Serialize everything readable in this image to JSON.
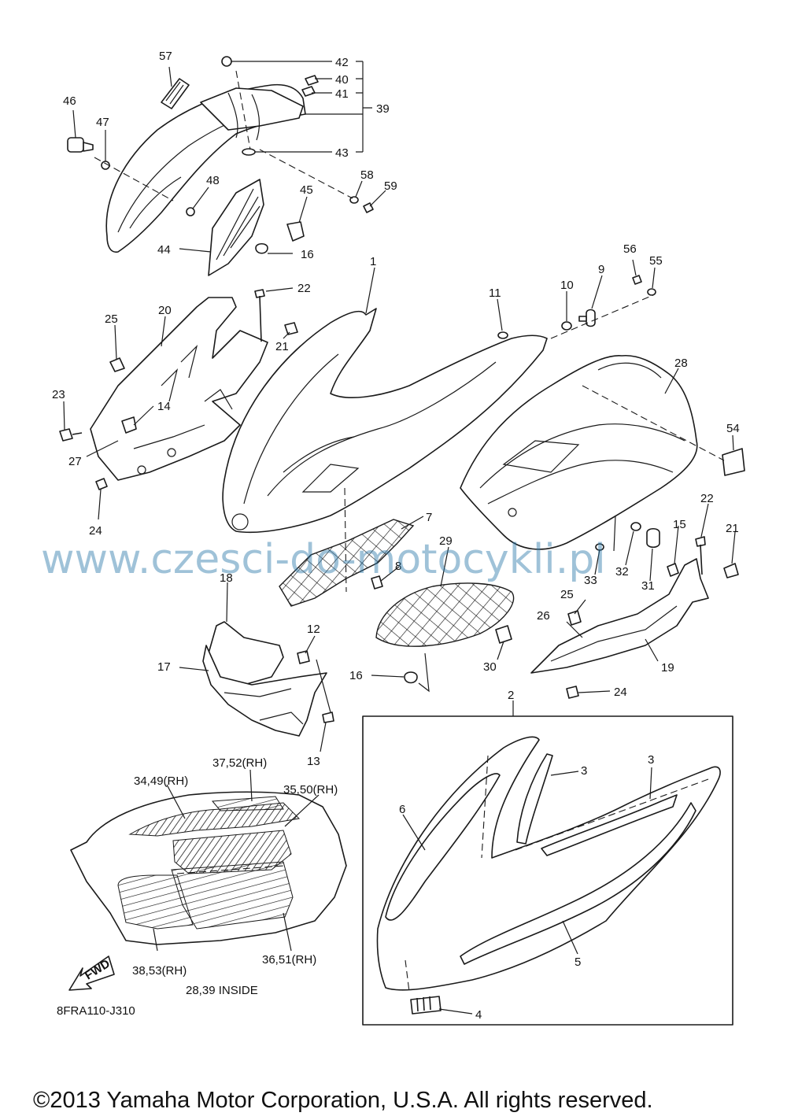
{
  "title": "",
  "diagram_code": "8FRA110-J310",
  "note_inside": "28,39 INSIDE",
  "fwd_label": "FWD",
  "watermark": "www.czesci-do-motocykli.pl",
  "copyright": "©2013 Yamaha Motor Corporation, U.S.A. All rights reserved.",
  "part_labels": {
    "p57": "57",
    "p42": "42",
    "p40": "40",
    "p41": "41",
    "p39": "39",
    "p43": "43",
    "p46": "46",
    "p47": "47",
    "p48": "48",
    "p58": "58",
    "p59": "59",
    "p45": "45",
    "p44": "44",
    "p16a": "16",
    "p1": "1",
    "p22a": "22",
    "p25a": "25",
    "p20": "20",
    "p21a": "21",
    "p23": "23",
    "p14": "14",
    "p27": "27",
    "p24a": "24",
    "p11": "11",
    "p10": "10",
    "p9": "9",
    "p56": "56",
    "p55": "55",
    "p28": "28",
    "p54": "54",
    "p22b": "22",
    "p15": "15",
    "p21b": "21",
    "p7": "7",
    "p29": "29",
    "p8": "8",
    "p33": "33",
    "p32": "32",
    "p31": "31",
    "p18": "18",
    "p12": "12",
    "p17": "17",
    "p13": "13",
    "p16b": "16",
    "p30": "30",
    "p25b": "25",
    "p26": "26",
    "p19": "19",
    "p24b": "24",
    "p2": "2",
    "p3a": "3",
    "p3b": "3",
    "p6": "6",
    "p5": "5",
    "p4": "4",
    "d37_52": "37,52(RH)",
    "d34_49": "34,49(RH)",
    "d35_50": "35,50(RH)",
    "d38_53": "38,53(RH)",
    "d36_51": "36,51(RH)"
  }
}
